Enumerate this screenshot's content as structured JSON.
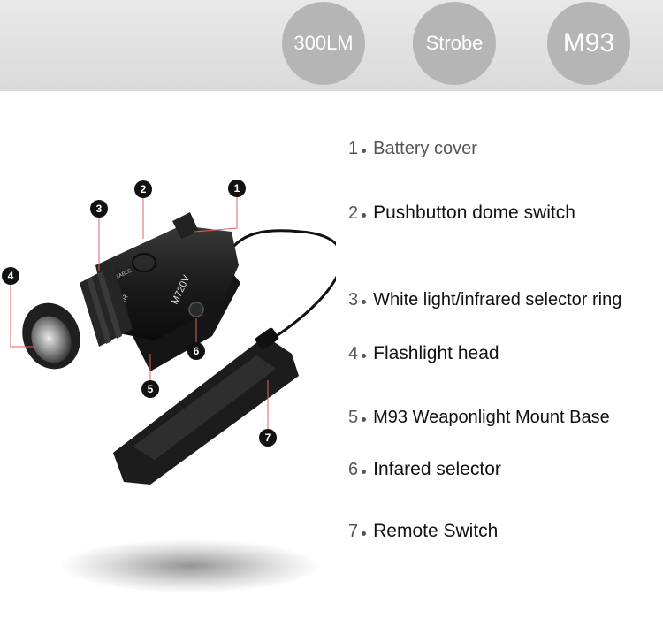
{
  "badges": [
    "300LM",
    "Strobe",
    "M93"
  ],
  "features": [
    {
      "num": "1",
      "label": "Battery cover"
    },
    {
      "num": "2",
      "label": "Pushbutton dome switch"
    },
    {
      "num": "3",
      "label": "White light/infrared selector ring"
    },
    {
      "num": "4",
      "label": "Flashlight head"
    },
    {
      "num": "5",
      "label": "M93 Weaponlight Mount Base"
    },
    {
      "num": "6",
      "label": "Infared selector"
    },
    {
      "num": "7",
      "label": "Remote Switch"
    }
  ],
  "callouts": [
    "1",
    "2",
    "3",
    "4",
    "5",
    "6",
    "7"
  ],
  "product_text": {
    "model": "M720V",
    "ring_mark": "IR",
    "switch_mark": "DISABLE"
  },
  "colors": {
    "badge": "#b5b5b5",
    "band": "#e2e2e2",
    "callout_line": "#e06060",
    "callout_dot": "#111111"
  }
}
